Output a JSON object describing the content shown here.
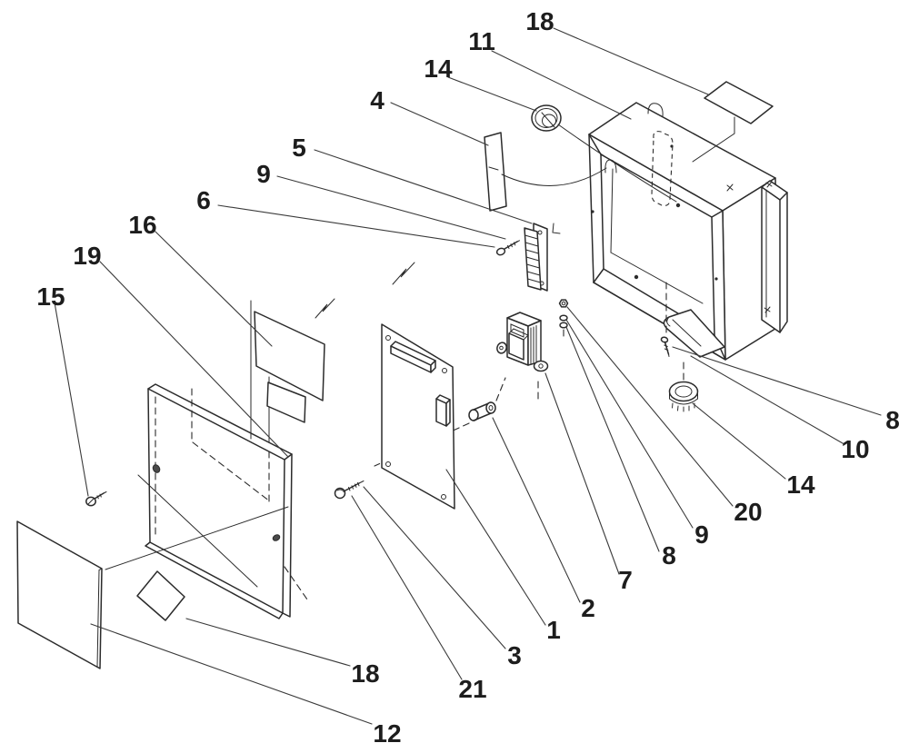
{
  "diagram": {
    "type": "exploded-view-parts-diagram",
    "background_color": "#ffffff",
    "line_color": "#2b2b2b",
    "callouts": [
      {
        "label": "18",
        "part": "top-nameplate"
      },
      {
        "label": "11",
        "part": "enclosure-box"
      },
      {
        "label": "14",
        "part": "grommet-top"
      },
      {
        "label": "4",
        "part": "insulating-strip"
      },
      {
        "label": "5",
        "part": "terminal-strip"
      },
      {
        "label": "9",
        "part": "terminal-screw"
      },
      {
        "label": "6",
        "part": "terminal-screw-small"
      },
      {
        "label": "16",
        "part": "mounting-plates"
      },
      {
        "label": "19",
        "part": "door-panel"
      },
      {
        "label": "15",
        "part": "door-screw"
      },
      {
        "label": "8",
        "part": "bracket-screw"
      },
      {
        "label": "10",
        "part": "bottom-bracket"
      },
      {
        "label": "14",
        "part": "grommet-bottom"
      },
      {
        "label": "20",
        "part": "nut"
      },
      {
        "label": "9",
        "part": "lock-washer"
      },
      {
        "label": "8",
        "part": "flat-washer"
      },
      {
        "label": "7",
        "part": "transformer"
      },
      {
        "label": "2",
        "part": "standoff-spacer"
      },
      {
        "label": "1",
        "part": "circuit-board"
      },
      {
        "label": "3",
        "part": "board-screw"
      },
      {
        "label": "21",
        "part": "carriage-bolt"
      },
      {
        "label": "18",
        "part": "lower-nameplate"
      },
      {
        "label": "12",
        "part": "back-panel"
      }
    ]
  }
}
